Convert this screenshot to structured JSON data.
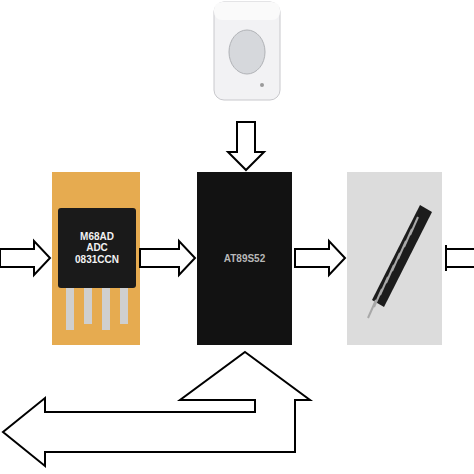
{
  "diagram": {
    "nodes": [
      {
        "text": [
          "M68AD ADC 0831CCN"
        ]
      },
      {
        "text": [
          "AT89S52"
        ]
      }
    ],
    "edges": [
      {
        "from": 0,
        "to": 1,
        "arrow": "to"
      }
    ]
  }
}
